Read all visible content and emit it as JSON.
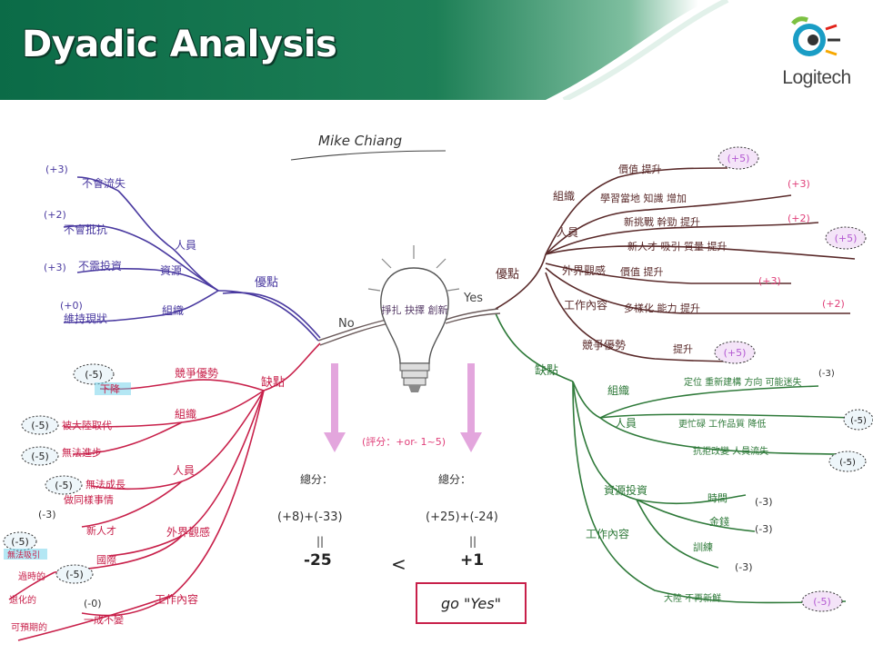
{
  "slide": {
    "title": "Dyadic Analysis",
    "logo_text": "Logitech"
  },
  "colors": {
    "pro": "#4a3aa0",
    "con": "#c8204a",
    "yes_pro": "#5a2a2a",
    "yes_con": "#2f7a3a",
    "score": "#e0407a",
    "arrow": "#e3a6dd",
    "burst": "#b45ad2",
    "highlight": "#6ad0ea"
  },
  "author": "Mike Chiang",
  "center": {
    "bulb_text": "掙扎 抉擇 創新",
    "no": "No",
    "yes": "Yes"
  },
  "no_side": {
    "pro_label": "優點",
    "pro_items": [
      {
        "score": "(+3)",
        "text": "不會流失"
      },
      {
        "score": "(+2)",
        "text": "不會批抗"
      },
      {
        "score": "(+3)",
        "text": "不需投資"
      },
      {
        "score": "(+0)",
        "text": "維持現狀"
      }
    ],
    "pro_groups": [
      "人員",
      "資源",
      "組織"
    ],
    "con_label": "缺點",
    "con_groups": [
      "競爭優勢",
      "組織",
      "人員",
      "外界觀感",
      "工作內容"
    ],
    "con_items": [
      {
        "score": "(-5)",
        "text": "下降"
      },
      {
        "score": "(-5)",
        "text": "被大陸取代"
      },
      {
        "score": "(-5)",
        "text": "無法進步"
      },
      {
        "score": "(-5)",
        "text": "無法成長"
      },
      {
        "score": "(-3)",
        "text": "做同樣事情"
      },
      {
        "score": "",
        "text": "新人才"
      },
      {
        "score": "(-5)",
        "text": "國際"
      },
      {
        "score": "(-5)",
        "text": "無法吸引"
      },
      {
        "score": "",
        "text": "退化的"
      },
      {
        "score": "",
        "text": "可預期的"
      },
      {
        "score": "",
        "text": "過時的"
      },
      {
        "score": "(-0)",
        "text": "一成不變"
      }
    ]
  },
  "yes_side": {
    "pro_label": "優點",
    "pro_groups": [
      "組織",
      "人員",
      "外界觀感",
      "工作內容",
      "競爭優勢"
    ],
    "pro_items": [
      {
        "score": "(+5)",
        "text": "價值 提升"
      },
      {
        "score": "(+3)",
        "text": "學習當地 知識 增加"
      },
      {
        "score": "(+2)",
        "text": "新挑戰 幹勁 提升"
      },
      {
        "score": "(+5)",
        "text": "新人才 吸引 質量 提升"
      },
      {
        "score": "(+3)",
        "text": "價值 提升"
      },
      {
        "score": "(+2)",
        "text": "多樣化 能力 提升"
      },
      {
        "score": "(+5)",
        "text": "提升"
      }
    ],
    "con_label": "缺點",
    "con_groups": [
      "組織",
      "人員",
      "資源投資",
      "工作內容"
    ],
    "con_items": [
      {
        "score": "(-3)",
        "text": "定位 重新建構 方向 可能迷失"
      },
      {
        "score": "(-5)",
        "text": "更忙碌 工作品質 降低"
      },
      {
        "score": "(-5)",
        "text": "抗拒改變 人員流失"
      },
      {
        "score": "(-3)",
        "text": "時間"
      },
      {
        "score": "(-3)",
        "text": "金錢"
      },
      {
        "score": "(-3)",
        "text": "訓練"
      },
      {
        "score": "(-5)",
        "text": "大陸 不再新鮮"
      }
    ]
  },
  "scoring": {
    "range_note": "(評分：+or- 1~5)",
    "no_total_label": "總分：",
    "no_formula": "(+8)+(-33)",
    "no_equals": "||",
    "no_result": "-25",
    "compare": "<",
    "yes_total_label": "總分：",
    "yes_formula": "(+25)+(-24)",
    "yes_equals": "||",
    "yes_result": "+1",
    "decision": "go \"Yes\""
  }
}
